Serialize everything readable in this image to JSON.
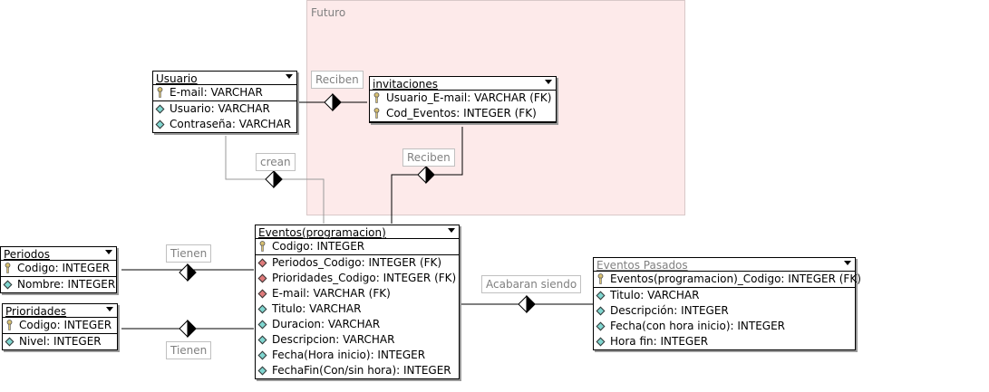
{
  "region": {
    "title": "Futuro"
  },
  "tables": {
    "usuario": {
      "name": "Usuario",
      "columns": [
        {
          "text": "E-mail: VARCHAR",
          "icon": "key"
        },
        {
          "text": "Usuario: VARCHAR",
          "icon": "cyan"
        },
        {
          "text": "Contraseña: VARCHAR",
          "icon": "cyan"
        }
      ]
    },
    "invitaciones": {
      "name": "invitaciones",
      "columns": [
        {
          "text": "Usuario_E-mail: VARCHAR (FK)",
          "icon": "key"
        },
        {
          "text": "Cod_Eventos: INTEGER (FK)",
          "icon": "key"
        }
      ]
    },
    "eventos": {
      "name": "Eventos(programacion)",
      "columns": [
        {
          "text": "Codigo: INTEGER",
          "icon": "key"
        },
        {
          "text": "Periodos_Codigo: INTEGER (FK)",
          "icon": "red"
        },
        {
          "text": "Prioridades_Codigo: INTEGER (FK)",
          "icon": "red"
        },
        {
          "text": "E-mail: VARCHAR (FK)",
          "icon": "red"
        },
        {
          "text": "Titulo: VARCHAR",
          "icon": "cyan"
        },
        {
          "text": "Duracion: VARCHAR",
          "icon": "cyan"
        },
        {
          "text": "Descripcion: VARCHAR",
          "icon": "cyan"
        },
        {
          "text": "Fecha(Hora inicio): INTEGER",
          "icon": "cyan"
        },
        {
          "text": "FechaFin(Con/sin hora): INTEGER",
          "icon": "cyan"
        }
      ]
    },
    "periodos": {
      "name": "Periodos",
      "columns": [
        {
          "text": "Codigo: INTEGER",
          "icon": "key"
        },
        {
          "text": "Nombre: INTEGER",
          "icon": "cyan"
        }
      ]
    },
    "prioridades": {
      "name": "Prioridades",
      "columns": [
        {
          "text": "Codigo: INTEGER",
          "icon": "key"
        },
        {
          "text": "Nivel: INTEGER",
          "icon": "cyan"
        }
      ]
    },
    "pasados": {
      "name": "Eventos Pasados",
      "columns": [
        {
          "text": "Eventos(programacion)_Codigo: INTEGER (FK)",
          "icon": "key"
        },
        {
          "text": "Titulo: VARCHAR",
          "icon": "cyan"
        },
        {
          "text": "Descripción: INTEGER",
          "icon": "cyan"
        },
        {
          "text": "Fecha(con hora inicio): INTEGER",
          "icon": "cyan"
        },
        {
          "text": "Hora fin: INTEGER",
          "icon": "cyan"
        }
      ]
    }
  },
  "relations": {
    "reciben_1": "Reciben",
    "reciben_2": "Reciben",
    "crean": "crean",
    "tienen_1": "Tienen",
    "tienen_2": "Tienen",
    "acabaran": "Acabaran siendo"
  }
}
